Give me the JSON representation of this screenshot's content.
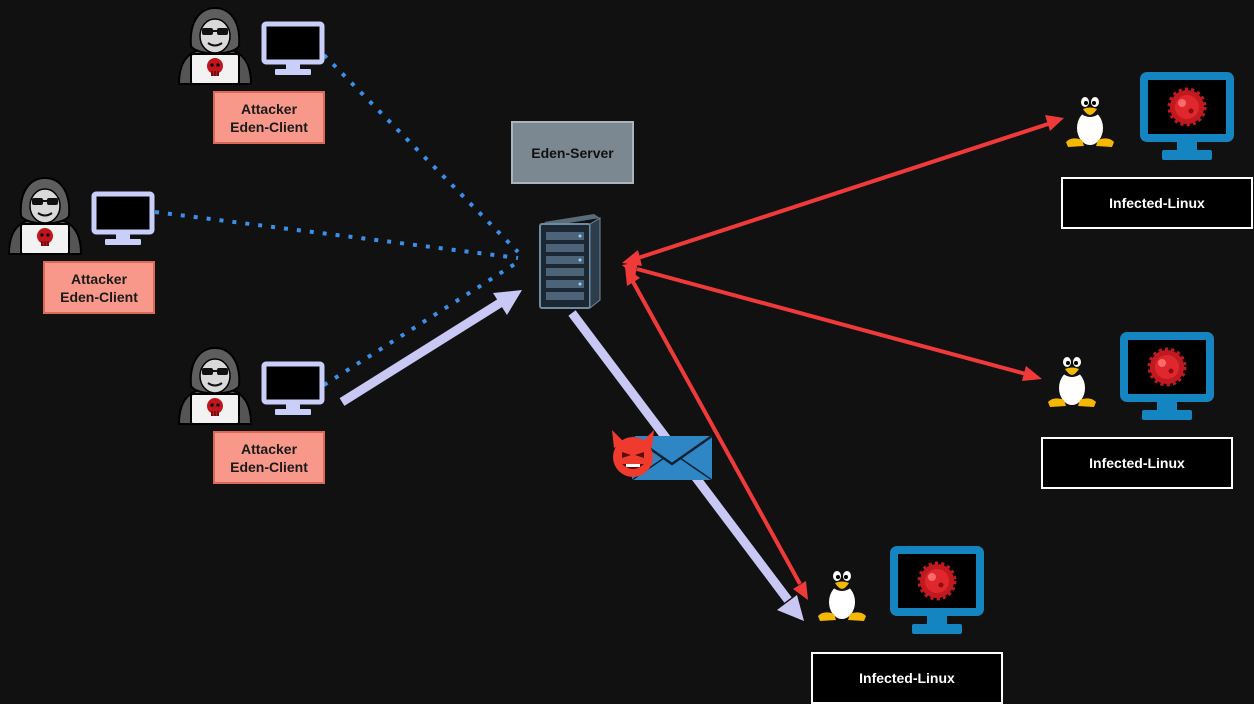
{
  "title": "",
  "server": {
    "label": "Eden-Server",
    "icon": "server-rack-icon"
  },
  "attackers": [
    {
      "label": "Attacker\nEden-Client",
      "icons": [
        "hacker-icon",
        "monitor-icon"
      ]
    },
    {
      "label": "Attacker\nEden-Client",
      "icons": [
        "hacker-icon",
        "monitor-icon"
      ]
    },
    {
      "label": "Attacker\nEden-Client",
      "icons": [
        "hacker-icon",
        "monitor-icon"
      ]
    }
  ],
  "victims": [
    {
      "label": "Infected-Linux",
      "icons": [
        "tux-penguin-icon",
        "infected-monitor-icon"
      ]
    },
    {
      "label": "Infected-Linux",
      "icons": [
        "tux-penguin-icon",
        "infected-monitor-icon"
      ]
    },
    {
      "label": "Infected-Linux",
      "icons": [
        "tux-penguin-icon",
        "infected-monitor-icon"
      ]
    }
  ],
  "payload": {
    "icons": [
      "devil-face-icon",
      "envelope-icon"
    ]
  },
  "colors": {
    "background": "#111111",
    "attacker_label_fill": "#f7988a",
    "server_label_fill": "#7b8791",
    "c2_dotted_link": "#3b8fe8",
    "delivery_arrow": "#c9c8f4",
    "infection_arrow": "#f03a3a",
    "infected_monitor": "#1485c0",
    "virus": "#c0191f"
  }
}
